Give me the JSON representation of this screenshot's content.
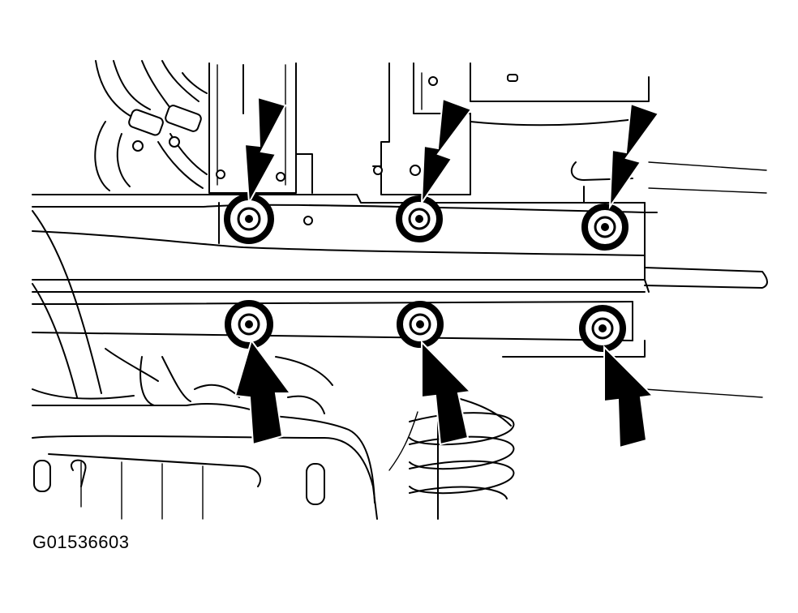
{
  "figure": {
    "id_label": "G01536603",
    "bolt_count": 6,
    "arrow_count": 6
  },
  "colors": {
    "ink": "#000000",
    "paper": "#ffffff"
  },
  "icons": {
    "arrow": "arrow-icon",
    "bolt": "flange-bolt-icon"
  }
}
